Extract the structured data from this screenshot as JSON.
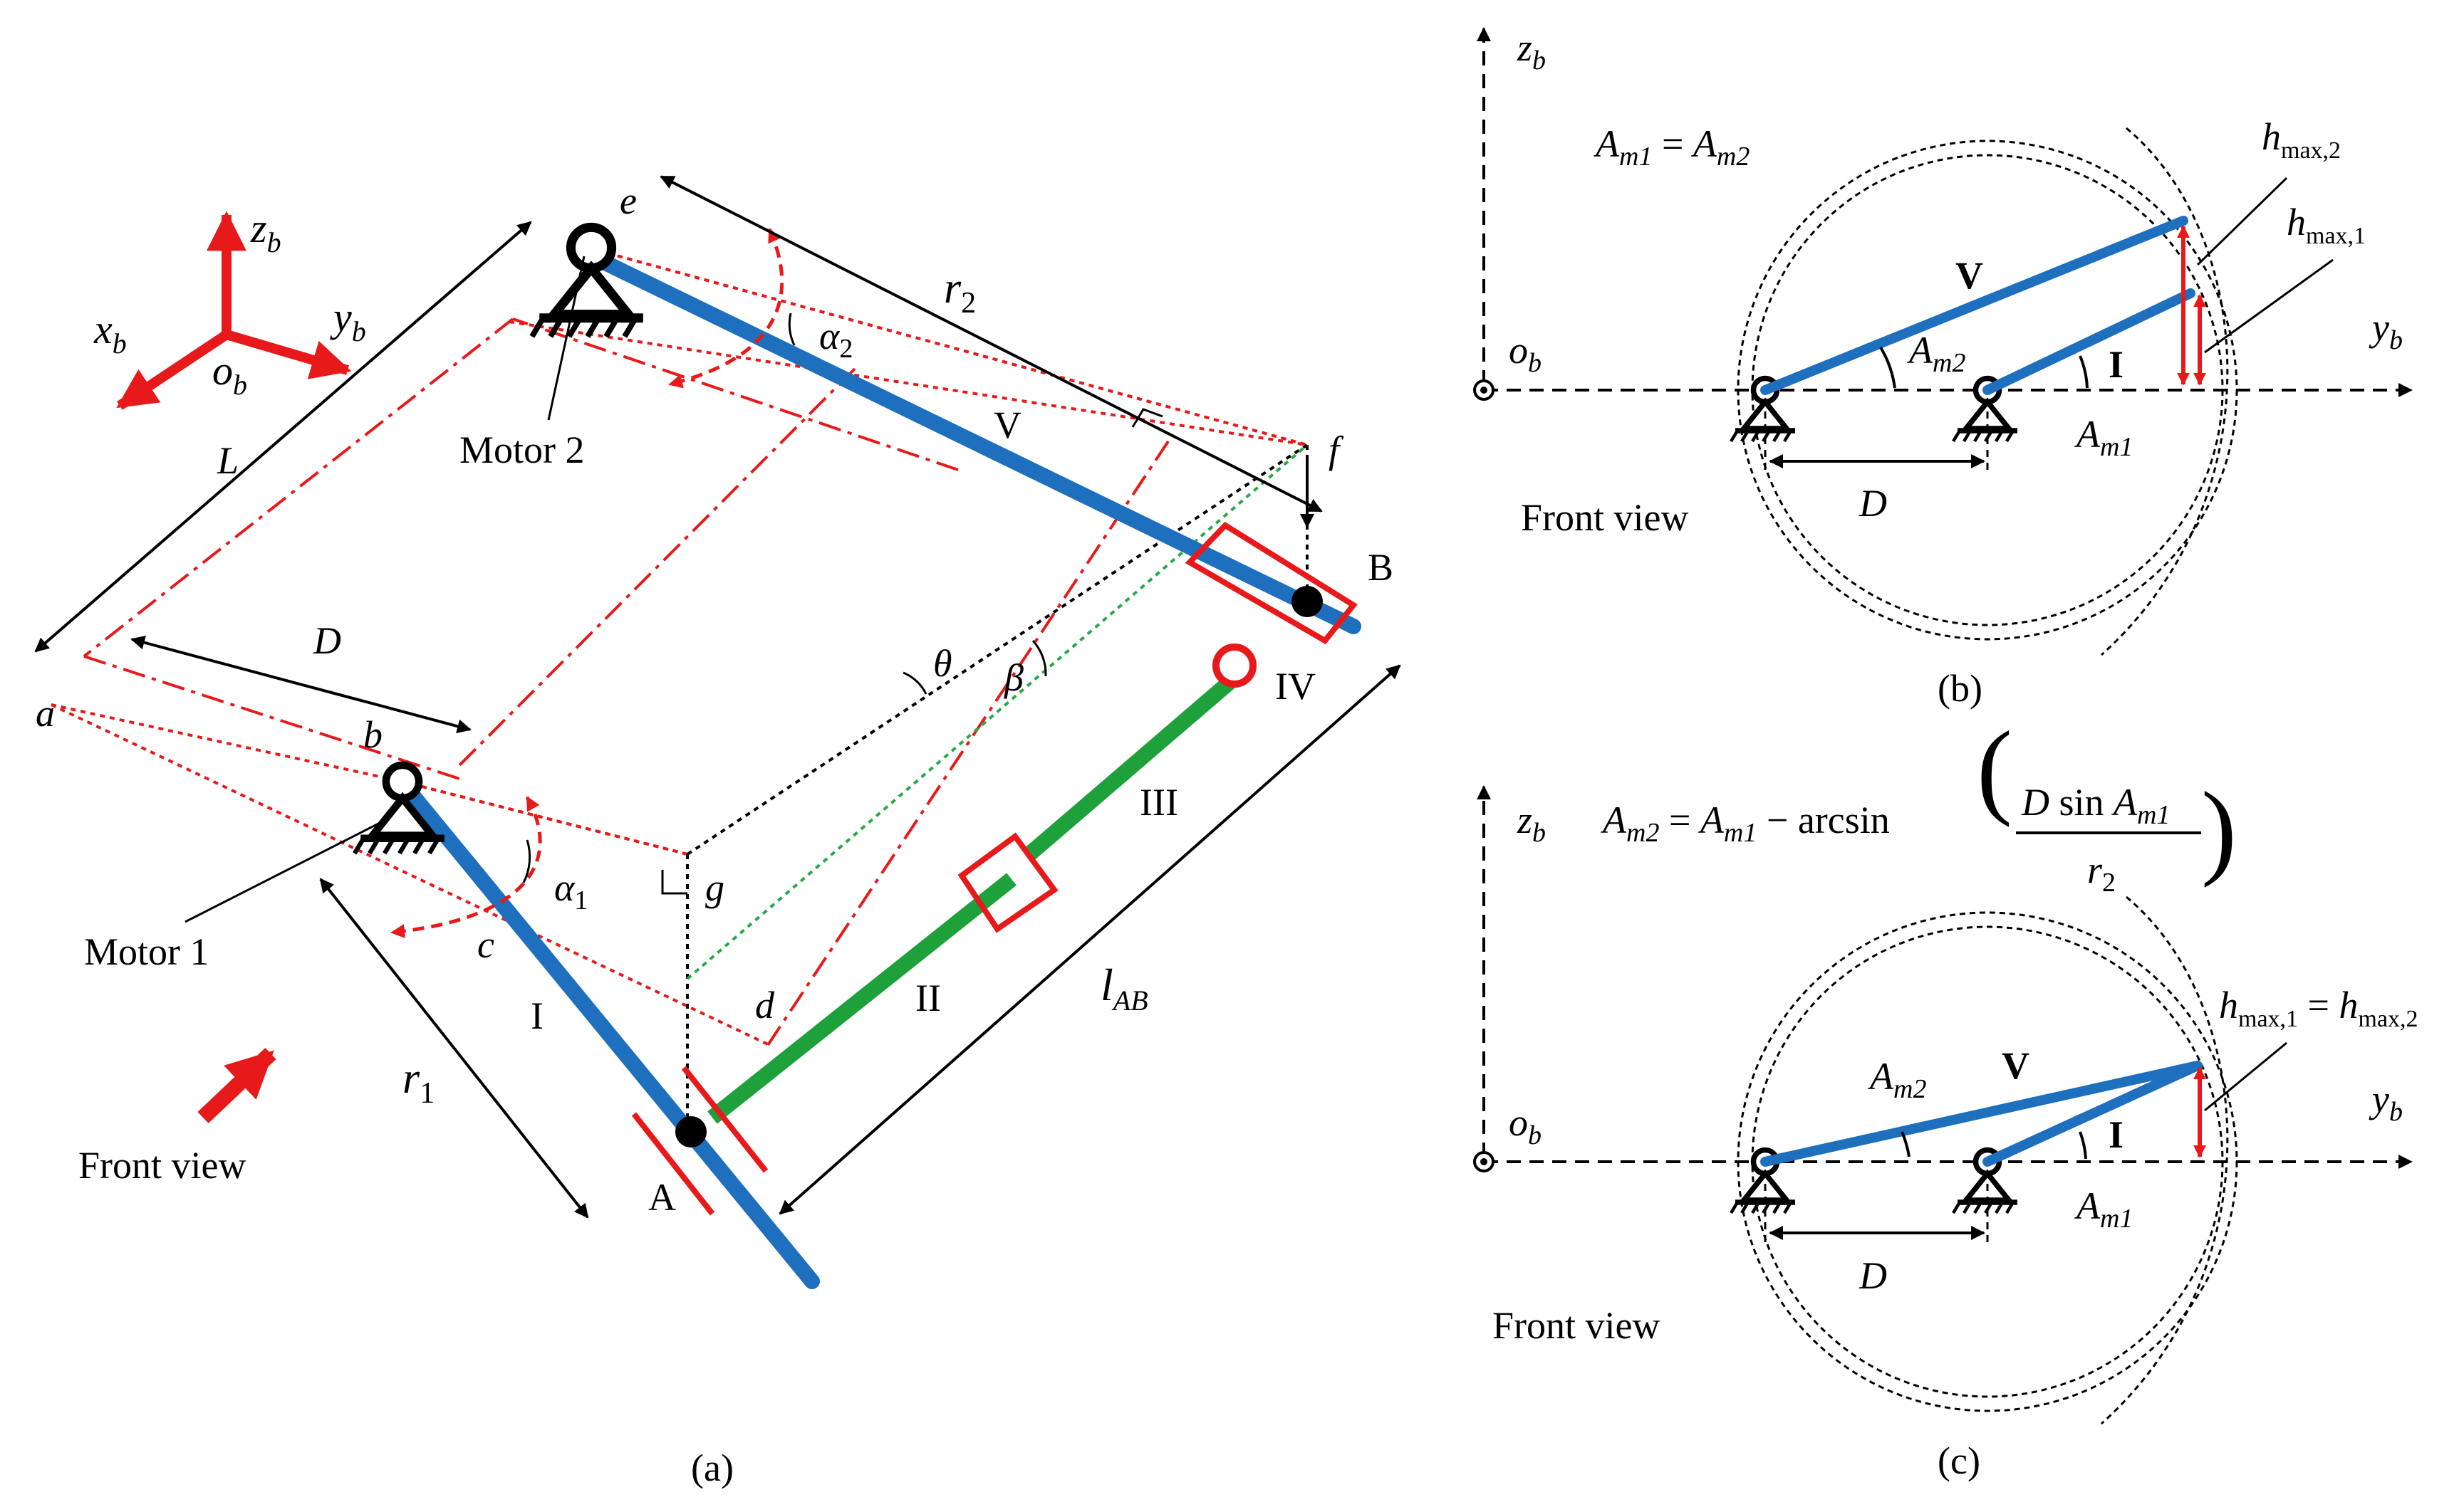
{
  "colors": {
    "link_blue": "#1f6fbf",
    "link_green": "#1ea03a",
    "accent_red": "#e8191a",
    "guide_green": "#29a84a",
    "ink": "#000000"
  },
  "panel_a": {
    "axes": {
      "z": "z",
      "z_sub": "b",
      "x": "x",
      "x_sub": "b",
      "y": "y",
      "y_sub": "b",
      "o": "o",
      "o_sub": "b"
    },
    "points": {
      "a": "a",
      "b": "b",
      "c": "c",
      "d": "d",
      "e": "e",
      "f": "f",
      "g": "g",
      "A": "A",
      "B": "B"
    },
    "dims": {
      "L": "L",
      "D": "D",
      "r1": "r",
      "r1_sub": "1",
      "r2": "r",
      "r2_sub": "2",
      "lab": "l",
      "lab_sub": "AB"
    },
    "angles": {
      "alpha1": "α",
      "alpha1_sub": "1",
      "alpha2": "α",
      "alpha2_sub": "2",
      "theta": "θ",
      "beta": "β"
    },
    "links": {
      "I": "I",
      "II": "II",
      "III": "III",
      "IV": "IV",
      "V": "V"
    },
    "motor1": "Motor 1",
    "motor2": "Motor 2",
    "front_view": "Front view",
    "caption": "(a)"
  },
  "panel_b": {
    "z": "z",
    "z_sub": "b",
    "y": "y",
    "y_sub": "b",
    "o": "o",
    "o_sub": "b",
    "eq_lhs": "A",
    "eq_lhs_sub": "m1",
    "eq_mid": " = ",
    "eq_rhs": "A",
    "eq_rhs_sub": "m2",
    "h2": "h",
    "h2_sub": "max,2",
    "h1": "h",
    "h1_sub": "max,1",
    "V": "V",
    "I": "I",
    "am2": "A",
    "am2_sub": "m2",
    "am1": "A",
    "am1_sub": "m1",
    "D": "D",
    "front_view": "Front view",
    "caption": "(b)"
  },
  "panel_c": {
    "z": "z",
    "z_sub": "b",
    "y": "y",
    "y_sub": "b",
    "o": "o",
    "o_sub": "b",
    "eq_a": "A",
    "eq_a_sub": "m2",
    "eq_eq": " = ",
    "eq_b": "A",
    "eq_b_sub": "m1",
    "eq_minus": " − arcsin",
    "frac_num_D": "D",
    "frac_num_sin": " sin ",
    "frac_num_A": "A",
    "frac_num_sub": "m1",
    "frac_den": "r",
    "frac_den_sub": "2",
    "h1": "h",
    "h1_sub": "max,1",
    "h_eq": " = ",
    "h2": "h",
    "h2_sub": "max,2",
    "V": "V",
    "I": "I",
    "am2": "A",
    "am2_sub": "m2",
    "am1": "A",
    "am1_sub": "m1",
    "D": "D",
    "front_view": "Front view",
    "caption": "(c)"
  }
}
